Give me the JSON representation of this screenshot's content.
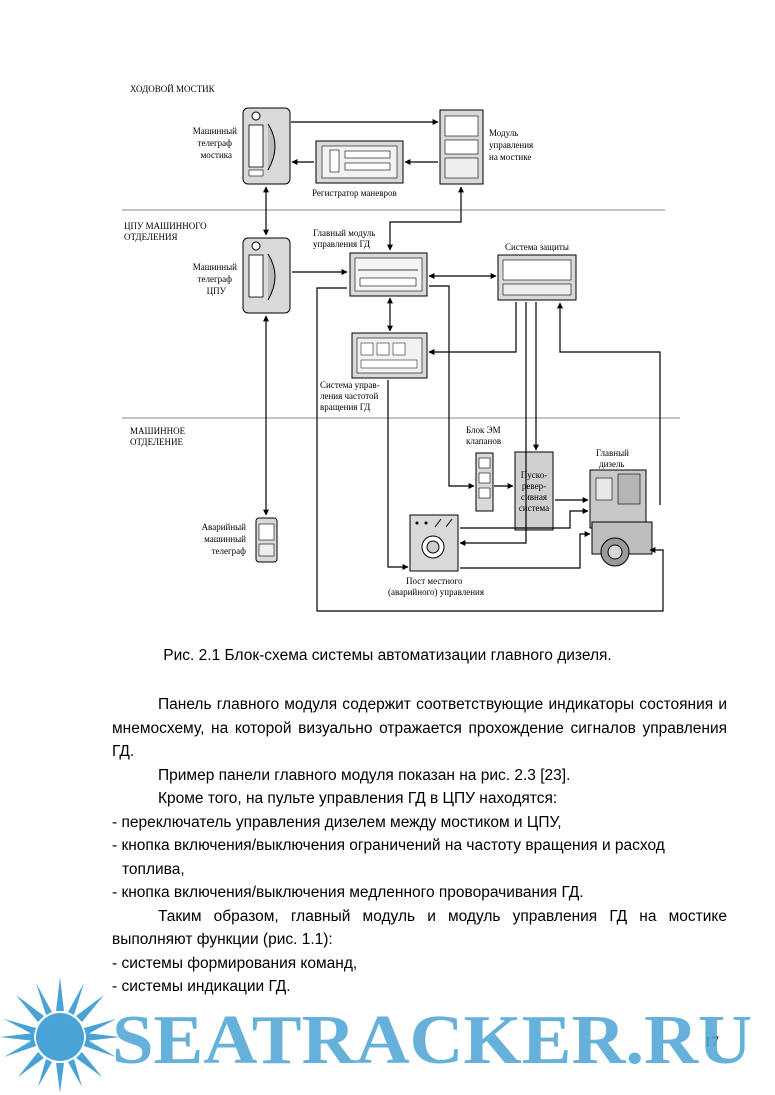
{
  "diagram": {
    "zones": {
      "bridge": "ХОДОВОЙ МОСТИК",
      "ecr_line1": "ЦПУ МАШИННОГО",
      "ecr_line2": "ОТДЕЛЕНИЯ",
      "engine_line1": "МАШИННОЕ",
      "engine_line2": "ОТДЕЛЕНИЕ"
    },
    "blocks": {
      "telegraph_bridge": [
        "Машинный",
        "телеграф",
        "мостика"
      ],
      "bridge_module": [
        "Модуль",
        "управления",
        "на мостике"
      ],
      "maneuver_recorder": "Регистратор маневров",
      "main_module": [
        "Главный модуль",
        "управления ГД"
      ],
      "protection_system": "Система защиты",
      "telegraph_ecr": [
        "Машинный",
        "телеграф",
        "ЦПУ"
      ],
      "speed_control": [
        "Система управ-",
        "ления частотой",
        "вращения ГД"
      ],
      "em_valves": [
        "Блок ЭМ",
        "клапанов"
      ],
      "start_reverse": [
        "Пуско-",
        "ревер-",
        "сивная",
        "система"
      ],
      "main_diesel": [
        "Главный",
        "дизель"
      ],
      "emergency_telegraph": [
        "Аварийный",
        "машинный",
        "телеграф"
      ],
      "local_post": [
        "Пост местного",
        "(аварийного)  управления"
      ]
    }
  },
  "caption": "Рис. 2.1 Блок-схема системы автоматизации главного дизеля.",
  "body": {
    "p1": "Панель главного модуля содержит соответствующие индикаторы состояния и мнемосхему, на которой визуально отражается прохождение сигналов управления ГД.",
    "p2": "Пример панели главного модуля показан на рис. 2.3 [23].",
    "p3": "Кроме того, на пульте управления ГД в ЦПУ находятся:",
    "b1": "- переключатель управления дизелем между мостиком и ЦПУ,",
    "b2": "- кнопка включения/выключения  ограничений на частоту вращения и расход топлива,",
    "b3": "- кнопка включения/выключения медленного проворачивания ГД.",
    "p4": "Таким образом, главный модуль и модуль управления ГД на мостике выполняют функции (рис. 1.1):",
    "b4": "- системы формирования команд,",
    "b5": "- системы индикации ГД."
  },
  "page_number": "17",
  "watermark": {
    "text": "SEATRACKER.RU",
    "color": "#4aa3d6"
  }
}
